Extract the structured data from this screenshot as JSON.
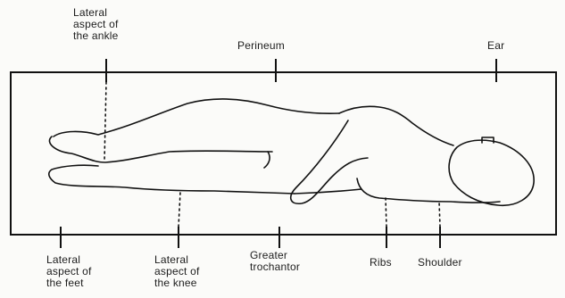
{
  "labels_top": {
    "ankle": "Lateral\naspect of\nthe ankle",
    "perineum": "Perineum",
    "ear": "Ear"
  },
  "labels_bottom": {
    "feet": "Lateral\naspect of\nthe feet",
    "knee": "Lateral\naspect of\nthe knee",
    "trochanter": "Greater\ntrochantor",
    "ribs": "Ribs",
    "shoulder": "Shoulder"
  },
  "colors": {
    "line": "#111111",
    "background": "#fbfbf9"
  }
}
